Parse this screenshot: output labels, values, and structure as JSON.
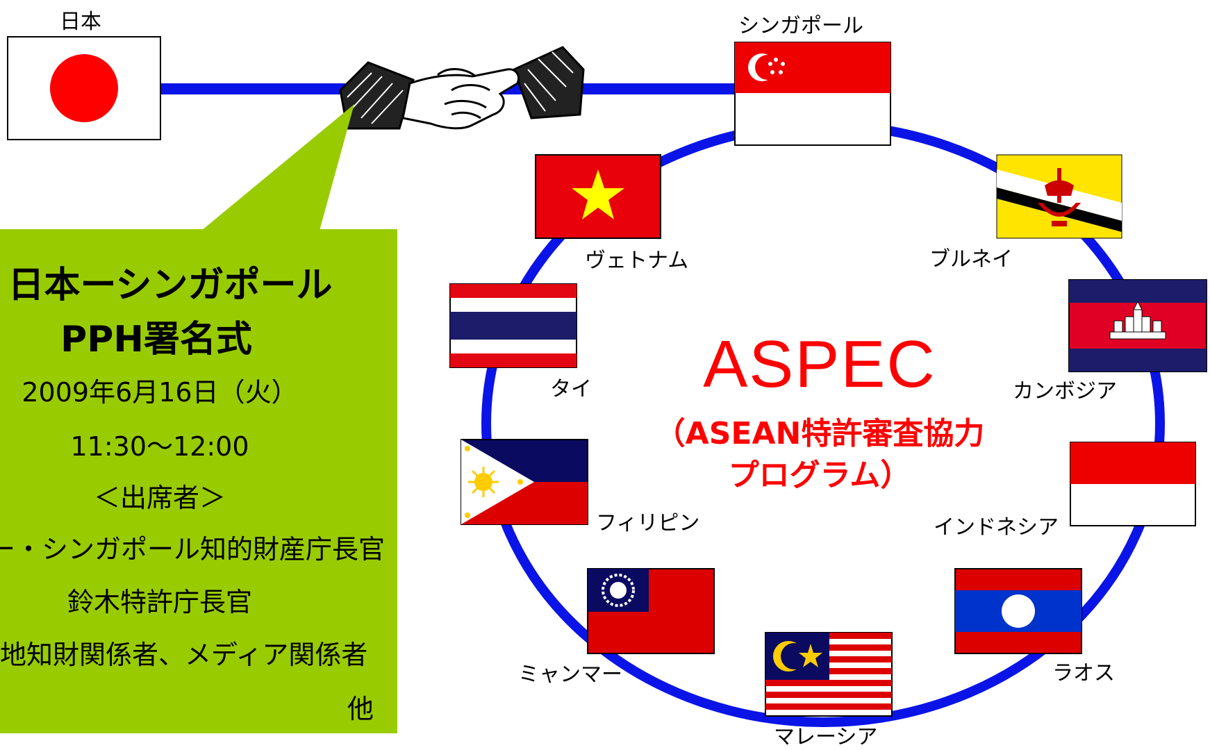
{
  "japan": {
    "label": "日本"
  },
  "countries": [
    {
      "key": "singapore",
      "label": "シンガポール"
    },
    {
      "key": "brunei",
      "label": "ブルネイ"
    },
    {
      "key": "cambodia",
      "label": "カンボジア"
    },
    {
      "key": "indonesia",
      "label": "インドネシア"
    },
    {
      "key": "laos",
      "label": "ラオス"
    },
    {
      "key": "malaysia",
      "label": "マレーシア"
    },
    {
      "key": "myanmar",
      "label": "ミャンマー"
    },
    {
      "key": "philippines",
      "label": "フィリピン"
    },
    {
      "key": "thailand",
      "label": "タイ"
    },
    {
      "key": "vietnam",
      "label": "ヴェトナム"
    }
  ],
  "center": {
    "title": "ASPEC",
    "subtitle_line1": "（ASEAN特許審査協力",
    "subtitle_line2": "プログラム）"
  },
  "callout": {
    "title_line1": "日本ーシンガポール",
    "title_line2": "PPH署名式",
    "date": "2009年6月16日（火）",
    "time": "11:30〜12:00",
    "attendees_header": "＜出席者＞",
    "attendee1": "シンガポール知的財産庁長官",
    "attendee1_prefix": "ー・",
    "attendee2": "鈴木特許庁長官",
    "attendee3": "現地知財関係者、メディア関係者",
    "other": "他"
  },
  "colors": {
    "ring_blue": "#0a14e6",
    "callout_green": "#99cc00",
    "accent_red": "#ff0000"
  },
  "icons": {
    "handshake": "handshake-icon"
  }
}
